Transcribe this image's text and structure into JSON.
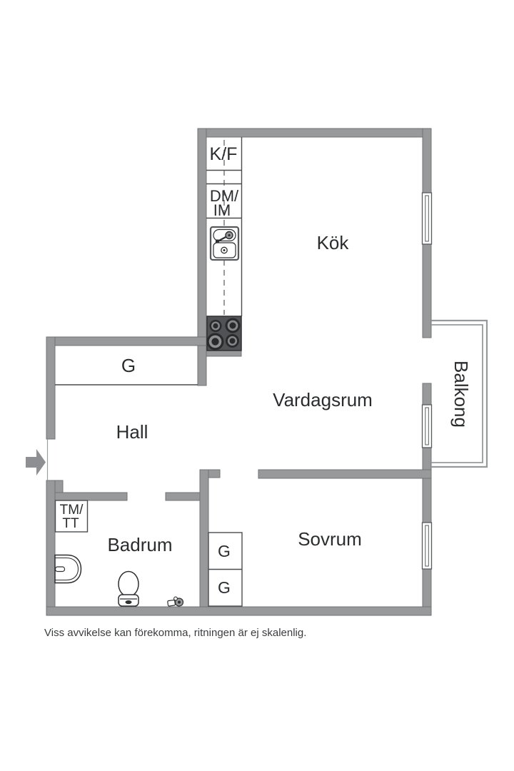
{
  "colors": {
    "wall": "#97999b",
    "wall_edge": "#717375",
    "line": "#4b4c4e",
    "text": "#2b2c2e",
    "dark": "#2e2f31",
    "stove": "#515255",
    "arrow": "#8d8f92",
    "railing": "#97999b",
    "note": "#3b3c3e"
  },
  "floorplan": {
    "rooms": {
      "kitchen": "Kök",
      "living_room": "Vardagsrum",
      "hall": "Hall",
      "bathroom": "Badrum",
      "bedroom": "Sovrum",
      "balcony": "Balkong"
    },
    "labels": {
      "fridge_freezer": "K/F",
      "dishwasher_line1": "DM/",
      "dishwasher_line2": "IM",
      "washer_line1": "TM/",
      "washer_line2": "TT",
      "hall_wardrobe": "G",
      "bedroom_wardrobe_1": "G",
      "bedroom_wardrobe_2": "G"
    },
    "disclaimer": "Viss avvikelse kan förekomma, ritningen är ej skalenlig."
  }
}
